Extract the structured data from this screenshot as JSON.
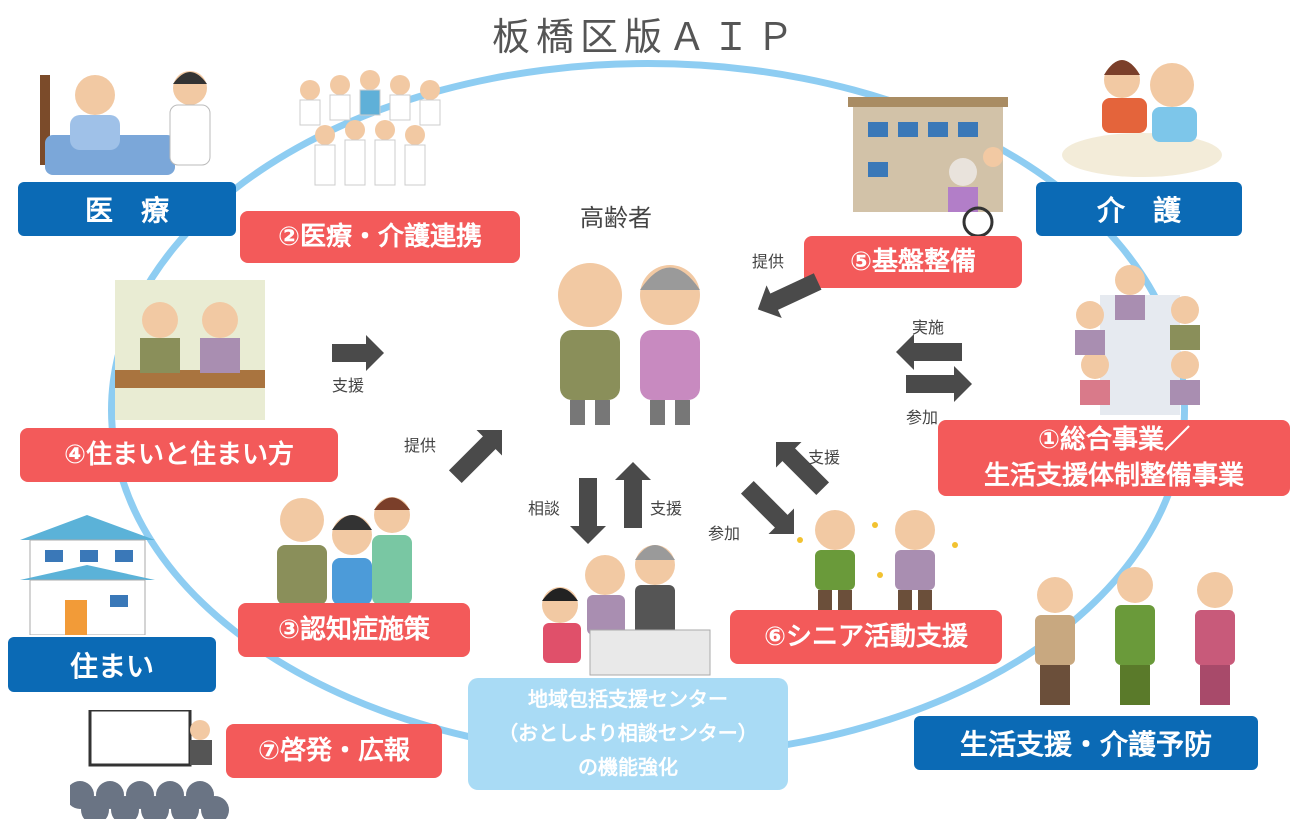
{
  "title": "板橋区版ＡＩＰ",
  "center_label": "高齢者",
  "blue_boxes": {
    "medical": "医　療",
    "care": "介　護",
    "housing": "住まい",
    "life_support": "生活支援・介護予防"
  },
  "red_boxes": {
    "item1": "①総合事業／\n生活支援体制整備事業",
    "item2": "②医療・介護連携",
    "item3": "③認知症施策",
    "item4": "④住まいと住まい方",
    "item5": "⑤基盤整備",
    "item6": "⑥シニア活動支援",
    "item7": "⑦啓発・広報"
  },
  "center_box": {
    "line1": "地域包括支援センター",
    "line2": "（おとしより相談センター）",
    "line3": "の機能強化"
  },
  "arrow_labels": {
    "provide_top": "提供",
    "implement": "実施",
    "participate_right": "参加",
    "support_left": "支援",
    "provide_left": "提供",
    "consult": "相談",
    "support_center": "支援",
    "support_right": "支援",
    "participate_bottom": "参加"
  },
  "colors": {
    "ring": "#8ecdf2",
    "blue": "#0b6ab5",
    "red": "#f35a5a",
    "center_box": "#a9dbf5",
    "arrow": "#4a4a4a"
  }
}
